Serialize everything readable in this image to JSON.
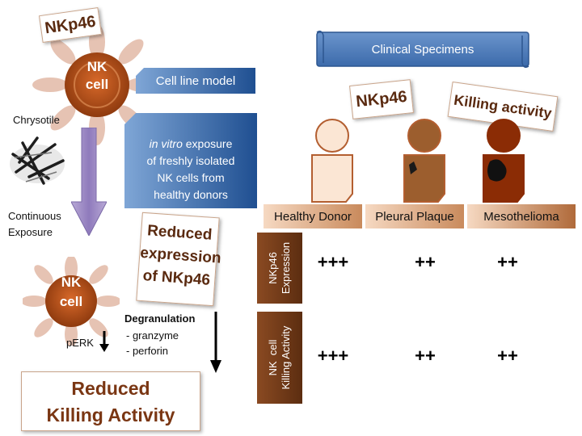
{
  "left": {
    "nkp46_tag": "NKp46",
    "nk_cell_top": [
      "NK",
      "cell"
    ],
    "cell_line_model": "Cell line model",
    "chrysotile": "Chrysotile",
    "in_vitro_box": [
      "in vitro",
      " exposure",
      "of freshly isolated",
      "NK cells from",
      "healthy donors"
    ],
    "continuous_exposure": [
      "Continuous",
      "Exposure"
    ],
    "reduced_expression": [
      "Reduced",
      "expression",
      "of NKp46"
    ],
    "nk_cell_bottom": [
      "NK",
      "cell"
    ],
    "perk": "pERK",
    "degranulation_title": "Degranulation",
    "degranulation_items": [
      "-  granzyme",
      "-  perforin"
    ],
    "reduced_killing": [
      "Reduced",
      "Killing Activity"
    ]
  },
  "right": {
    "clinical_specimens": "Clinical Specimens",
    "nkp46_tag": "NKp46",
    "killing_tag": "Killing activity",
    "columns": [
      "Healthy Donor",
      "Pleural Plaque",
      "Mesothelioma"
    ],
    "rows": [
      {
        "label": "NKp46\nExpression",
        "values": [
          "+++",
          "++",
          "++"
        ]
      },
      {
        "label": "NK  cell\nKilling Activity",
        "values": [
          "+++",
          "++",
          "++"
        ]
      }
    ]
  },
  "colors": {
    "nk_cell": "#b34a12",
    "blue_box": "#3d6fae",
    "brown_header": "#7a3e1c"
  }
}
